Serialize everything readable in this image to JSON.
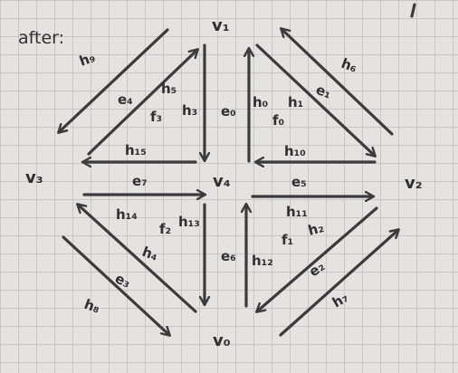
{
  "header": "after:",
  "vertices": {
    "v0": "v₀",
    "v1": "v₁",
    "v2": "v₂",
    "v3": "v₃",
    "v4": "v₄"
  },
  "labels": {
    "h9": "h₉",
    "e4": "e₄",
    "h5": "h₅",
    "f3": "f₃",
    "h3": "h₃",
    "e0": "e₀",
    "h0": "h₀",
    "f0": "f₀",
    "h1": "h₁",
    "h6": "h₆",
    "e1": "e₁",
    "h15": "h₁₅",
    "e7": "e₇",
    "h10": "h₁₀",
    "e5": "e₅",
    "h14": "h₁₄",
    "f2": "f₂",
    "h13": "h₁₃",
    "h4": "h₄",
    "e3": "e₃",
    "h8": "h₈",
    "e6": "e₆",
    "h12": "h₁₂",
    "h11": "h₁₁",
    "f1": "f₁",
    "h2": "h₂",
    "e2": "e₂",
    "h7": "h₇"
  }
}
